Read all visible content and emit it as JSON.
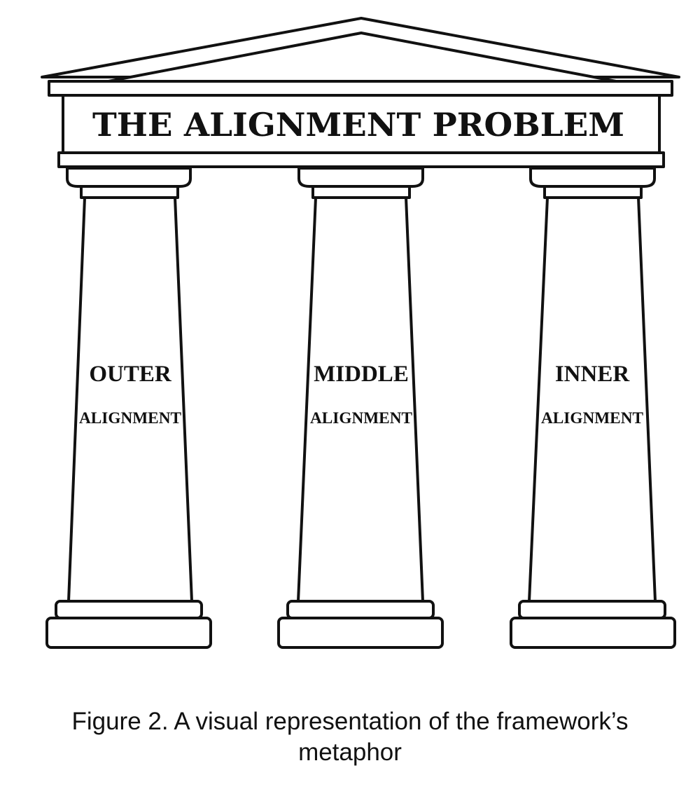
{
  "diagram": {
    "title": "THE ALIGNMENT PROBLEM",
    "pillars": [
      {
        "line1": "OUTER",
        "line2": "ALIGNMENT"
      },
      {
        "line1": "MIDDLE",
        "line2": "ALIGNMENT"
      },
      {
        "line1": "INNER",
        "line2": "ALIGNMENT"
      }
    ],
    "colors": {
      "line": "#111111",
      "background": "#ffffff"
    }
  },
  "caption": "Figure 2. A visual representation of the framework’s metaphor"
}
